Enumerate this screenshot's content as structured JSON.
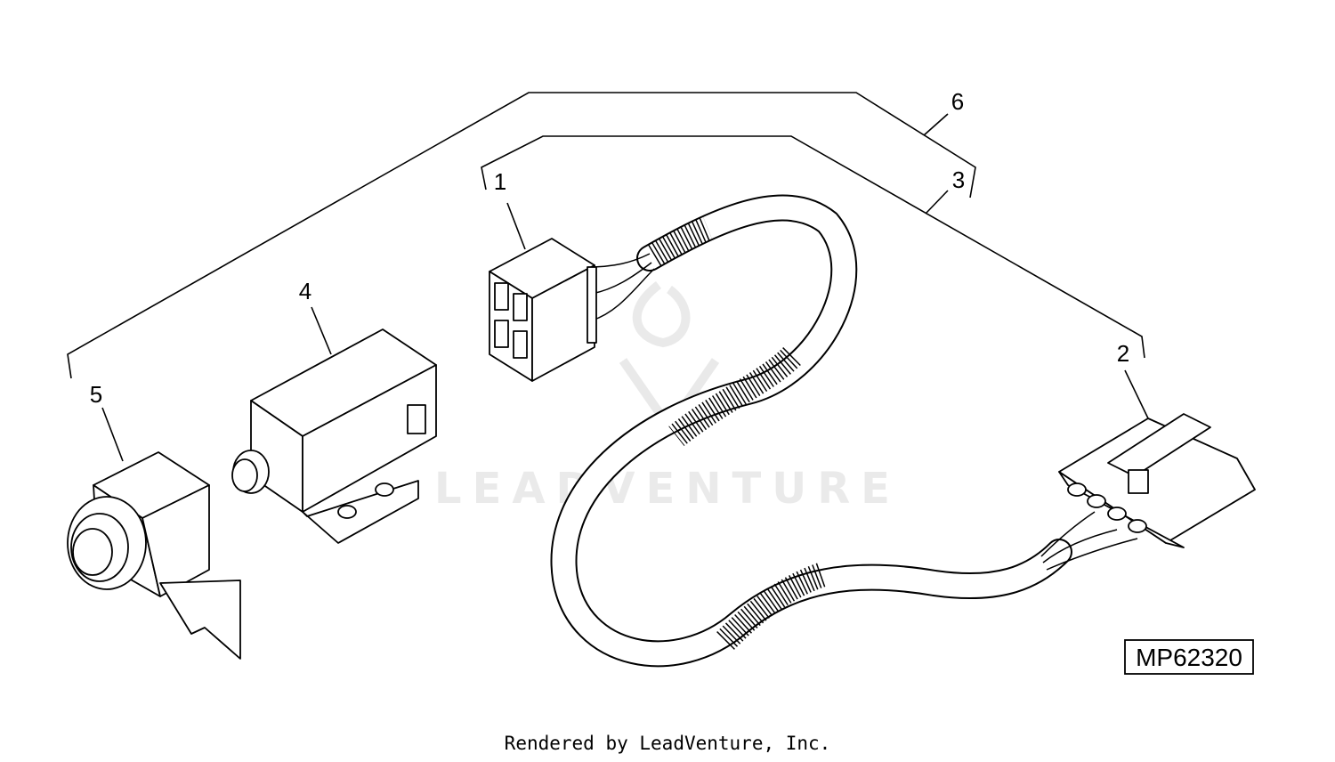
{
  "diagram": {
    "callouts": [
      {
        "id": "1",
        "label": "1"
      },
      {
        "id": "2",
        "label": "2"
      },
      {
        "id": "3",
        "label": "3"
      },
      {
        "id": "4",
        "label": "4"
      },
      {
        "id": "5",
        "label": "5"
      },
      {
        "id": "6",
        "label": "6"
      }
    ],
    "reference_code": "MP62320",
    "watermark": "LEADVENTURE",
    "credit": "Rendered by LeadVenture, Inc."
  }
}
